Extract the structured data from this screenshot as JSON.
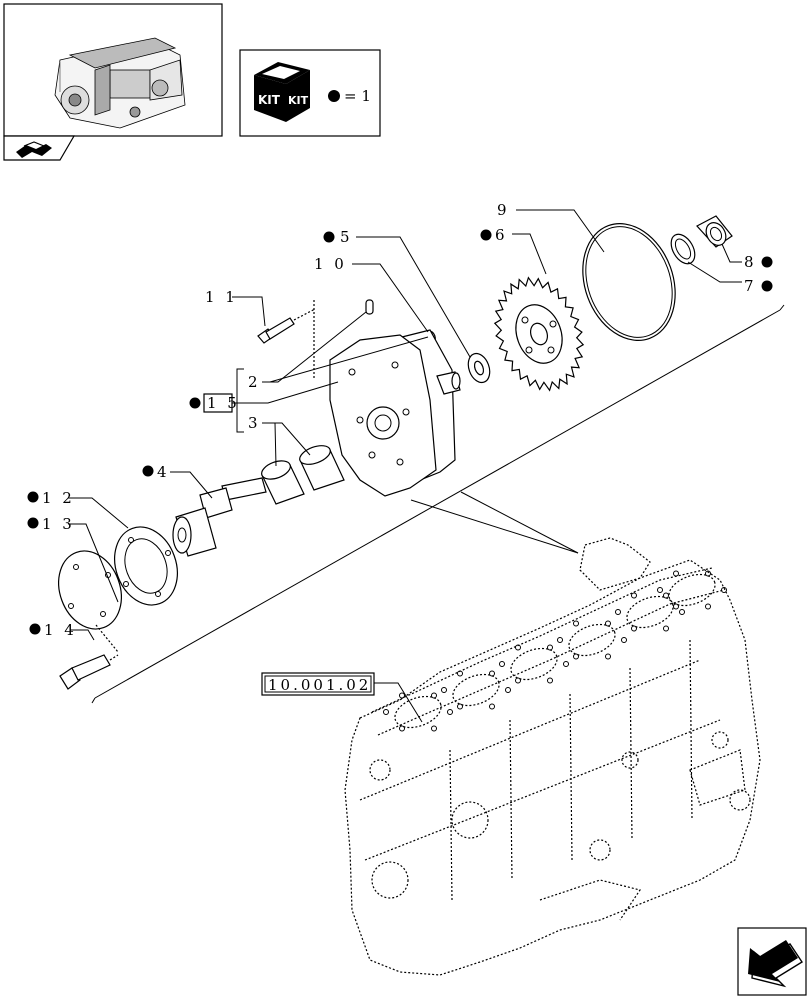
{
  "kit_legend": {
    "kit_text_left": "KIT",
    "kit_text_right": "KIT",
    "equals_text": "= 1"
  },
  "reference_box": "10.001.02",
  "callouts": [
    {
      "id": "c1",
      "label": "1 1",
      "bullet": false
    },
    {
      "id": "c2",
      "label": "2",
      "bullet": false
    },
    {
      "id": "c3",
      "label": "3",
      "bullet": false
    },
    {
      "id": "c4",
      "label": "4",
      "bullet": true
    },
    {
      "id": "c5",
      "label": "5",
      "bullet": true
    },
    {
      "id": "c6",
      "label": "6",
      "bullet": true
    },
    {
      "id": "c7",
      "label": "7",
      "bullet": true
    },
    {
      "id": "c8",
      "label": "8",
      "bullet": true
    },
    {
      "id": "c9",
      "label": "9",
      "bullet": false
    },
    {
      "id": "c10",
      "label": "1 0",
      "bullet": false
    },
    {
      "id": "c12",
      "label": "1 2",
      "bullet": true
    },
    {
      "id": "c13",
      "label": "1 3",
      "bullet": true
    },
    {
      "id": "c14",
      "label": "1 4",
      "bullet": true
    },
    {
      "id": "c15",
      "label": "1 5",
      "bullet": true
    }
  ]
}
